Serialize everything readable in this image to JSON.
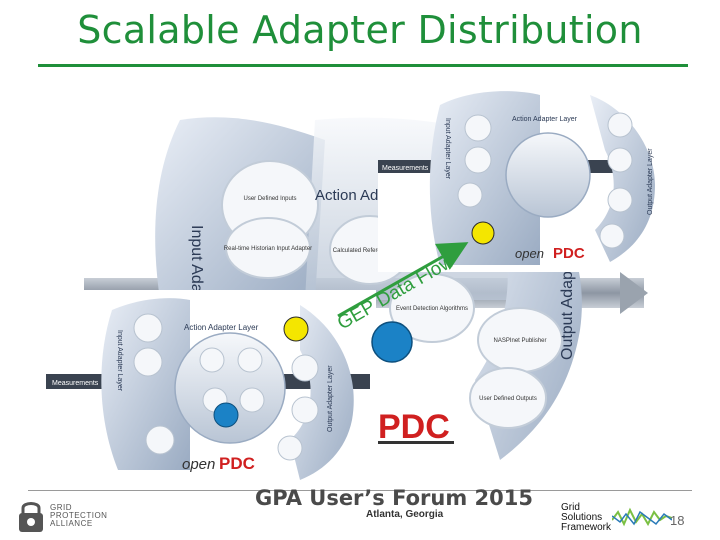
{
  "slide": {
    "title": "Scalable Adapter Distribution",
    "page_number": "18"
  },
  "flow_label": "GEP Data Flow",
  "big_diagram": {
    "input_layer": "Input Adapter Layer",
    "action_layer": "Action Adapter Layer",
    "output_layer": "Output Adapter Layer",
    "user_defined_inputs": "User Defined Inputs",
    "historian_input": "Real-time Historian Input Adapter",
    "reference_angle": "Calculated Reference Angle",
    "event_detection": "Event Detection Algorithms",
    "naspinet_publisher": "NASPInet Publisher",
    "user_defined_outputs": "User Defined Outputs",
    "pdc_label": "PDC"
  },
  "mini_diagram": {
    "action_layer": "Action Adapter Layer",
    "input_layer": "Input Adapter Layer",
    "output_layer": "Output Adapter Layer",
    "measurements": "Measurements",
    "brand": "open",
    "pdc": "PDC"
  },
  "footer": {
    "forum": "GPA User’s Forum 2015",
    "location": "Atlanta, Georgia",
    "gpa_logo": [
      "GRID",
      "PROTECTION",
      "ALLIANCE"
    ],
    "gsf_logo": [
      "Grid",
      "Solutions",
      "Framework"
    ]
  },
  "colors": {
    "title_green": "#1f8f3a",
    "pdc_red": "#d02020",
    "flow_green": "#2f9e3e",
    "yellow_node": "#f4e600",
    "blue_node": "#1b82c6"
  }
}
